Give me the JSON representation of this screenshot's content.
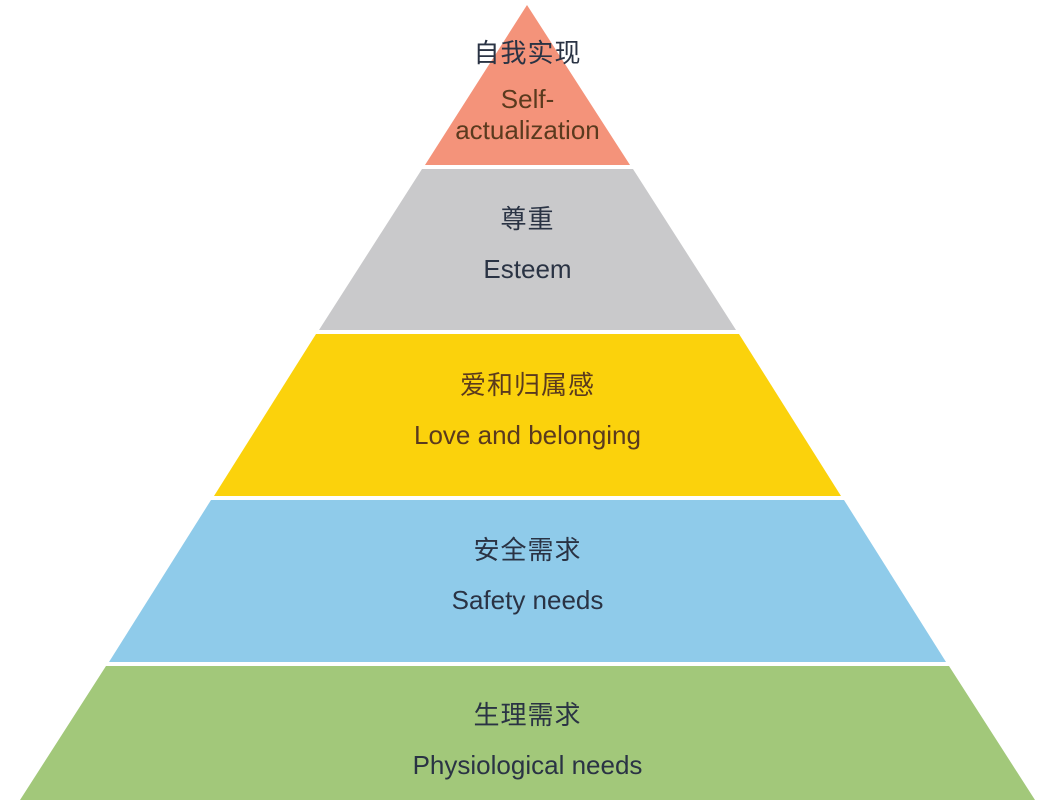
{
  "levels": [
    {
      "id": "self",
      "cn": "自我实现",
      "en": "Self-\nactualization",
      "color": "#f4937a"
    },
    {
      "id": "esteem",
      "cn": "尊重",
      "en": "Esteem",
      "color": "#c9c9cb"
    },
    {
      "id": "love",
      "cn": "爱和归属感",
      "en": "Love and belonging",
      "color": "#fbd20c"
    },
    {
      "id": "safety",
      "cn": "安全需求",
      "en": "Safety needs",
      "color": "#8fcbea"
    },
    {
      "id": "physio",
      "cn": "生理需求",
      "en": "Physiological needs",
      "color": "#a2c87a"
    }
  ]
}
